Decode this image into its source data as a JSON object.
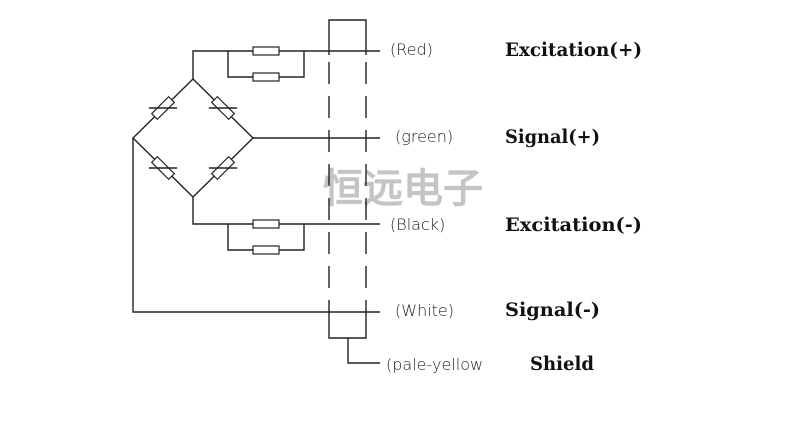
{
  "watermark": "恒远电子",
  "wires": [
    {
      "color_label": "(Red)",
      "function": "Excitation(+)"
    },
    {
      "color_label": "(green)",
      "function": "Signal(+)"
    },
    {
      "color_label": "(Black)",
      "function": "Excitation(-)"
    },
    {
      "color_label": "(White)",
      "function": "Signal(-)"
    },
    {
      "color_label": "(pale-yellow",
      "function": "Shield"
    }
  ]
}
